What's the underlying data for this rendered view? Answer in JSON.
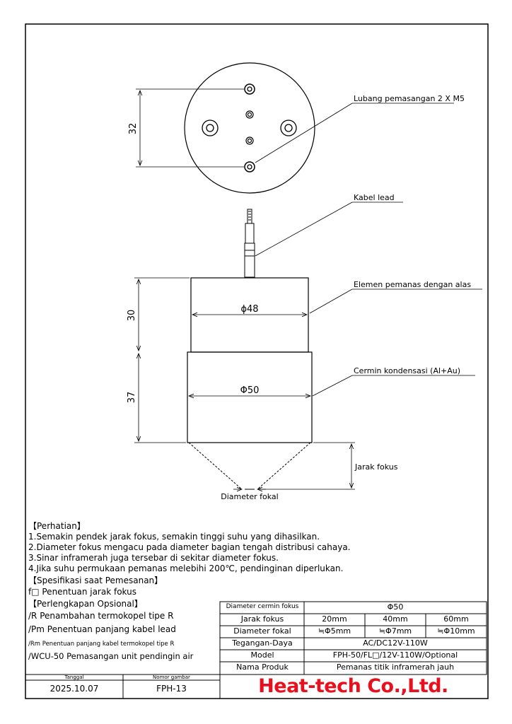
{
  "drawing": {
    "callouts": {
      "mounting_holes": "Lubang pemasangan 2 X M5",
      "lead_cable": "Kabel lead",
      "heater_element": "Elemen pemanas dengan alas",
      "condenser_mirror": "Cermin kondensasi (Al+Au)",
      "focal_distance": "Jarak fokus",
      "focal_diameter": "Diameter fokal"
    },
    "dimensions": {
      "top_hole_spacing": "32",
      "upper_height": "30",
      "upper_diameter": "ϕ48",
      "lower_height": "37",
      "lower_diameter": "Φ50"
    }
  },
  "notes": {
    "caution_title": "【Perhatian】",
    "caution_items": [
      "1.Semakin pendek jarak fokus, semakin tinggi suhu yang dihasilkan.",
      "2.Diameter fokus mengacu pada diameter bagian tengah distribusi cahaya.",
      "3.Sinar inframerah juga tersebar di sekitar diameter fokus.",
      "4.Jika suhu permukaan pemanas melebihi 200℃, pendinginan diperlukan."
    ],
    "order_title": "【Spesifikasi saat Pemesanan】",
    "order_items": [
      "f□ Penentuan jarak fokus"
    ],
    "options_title": "【Perlengkapan Opsional】",
    "options_items": [
      "/R Penambahan termokopel tipe R",
      "/Pm Penentuan panjang kabel lead",
      "/Rm Penentuan panjang kabel termokopel tipe R",
      "/WCU-50 Pemasangan unit pendingin air"
    ]
  },
  "spec_table": {
    "mirror_diameter_label": "Diameter cermin fokus",
    "mirror_diameter_value": "Φ50",
    "focal_distance_label": "Jarak fokus",
    "focal_distances": [
      "20mm",
      "40mm",
      "60mm"
    ],
    "focal_diameter_label": "Diameter fokal",
    "focal_diameters": [
      "≒Φ5mm",
      "≒Φ7mm",
      "≒Φ10mm"
    ],
    "voltage_label": "Tegangan-Daya",
    "voltage_value": "AC/DC12V-110W",
    "model_label": "Model",
    "model_value": "FPH-50/FL□/12V-110W/Optional",
    "product_label": "Nama Produk",
    "product_value": "Pemanas titik inframerah jauh"
  },
  "title_block": {
    "date_label": "Tanggal",
    "date_value": "2025.10.07",
    "drawing_no_label": "Nomor gambar",
    "drawing_no_value": "FPH-13",
    "company": "Heat-tech Co.,Ltd.",
    "company_color": "#e8101c"
  }
}
